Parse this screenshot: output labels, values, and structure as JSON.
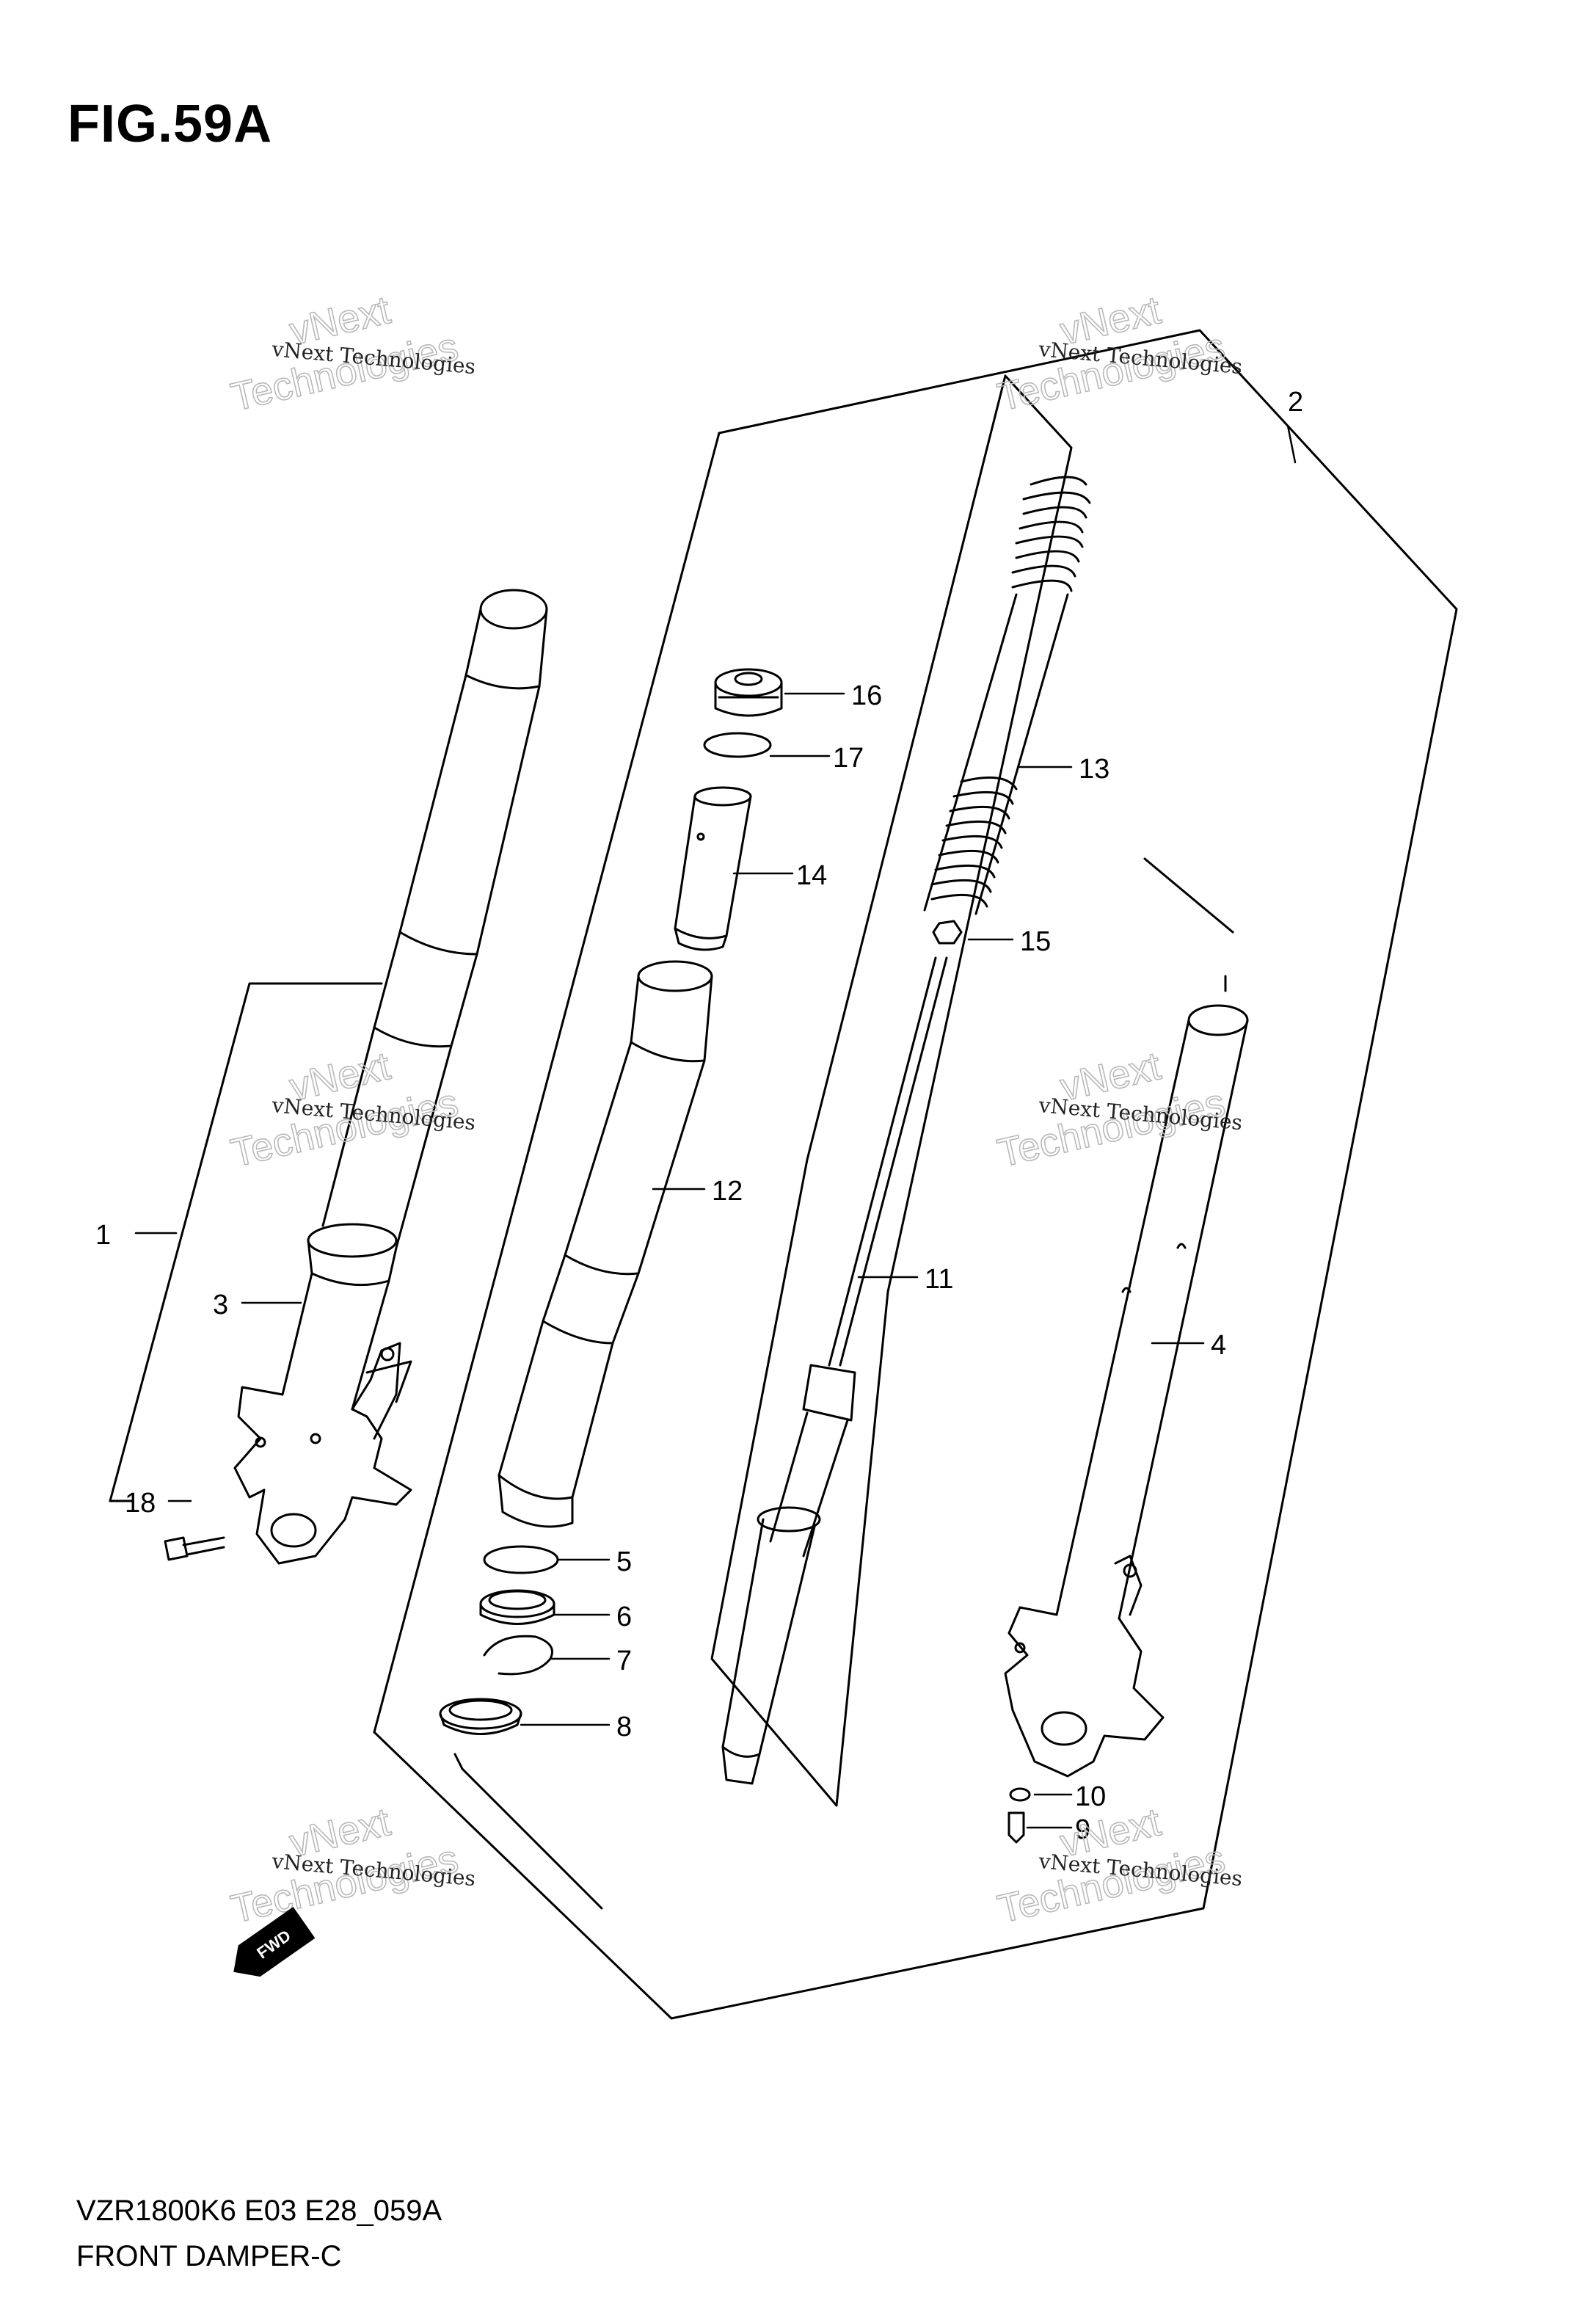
{
  "figure": {
    "title": "FIG.59A"
  },
  "footer": {
    "model_code": "VZR1800K6 E03 E28_059A",
    "diagram_name": "FRONT DAMPER-C"
  },
  "callouts": [
    "1",
    "2",
    "3",
    "4",
    "5",
    "6",
    "7",
    "8",
    "9",
    "10",
    "11",
    "12",
    "13",
    "14",
    "15",
    "16",
    "17",
    "18"
  ],
  "watermark": {
    "line1": "vNext Technologies",
    "line2": "vNext",
    "line3": "Technologies"
  },
  "direction_arrow": {
    "label": "FWD"
  },
  "colors": {
    "ink": "#000000",
    "watermark_outline": "#b9b9b9",
    "background": "#ffffff"
  }
}
